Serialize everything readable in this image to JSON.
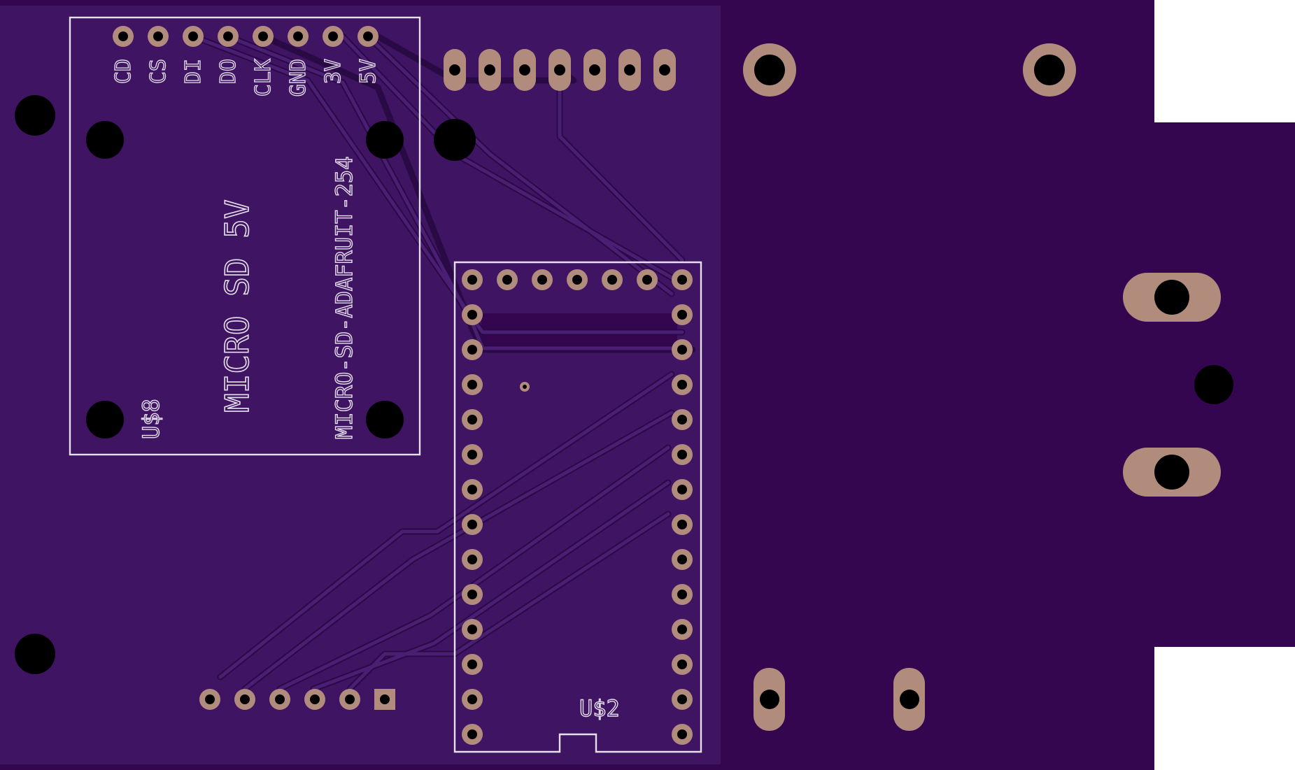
{
  "board": {
    "colors": {
      "board_dark": "#33064f",
      "board_pour": "#3f1463",
      "trace": "#2a0a45",
      "copper": "#b18c7c",
      "drill": "#000000",
      "silkscreen": "#e6e0ee"
    }
  },
  "sd_module": {
    "designator": "U$8",
    "value": "MICRO SD 5V",
    "package": "MICRO-SD-ADAFRUIT-254",
    "pin_labels": [
      "CD",
      "CS",
      "DI",
      "DO",
      "CLK",
      "GND",
      "3V",
      "5V"
    ]
  },
  "mcu_module": {
    "designator": "U$2",
    "pins_per_side": 14,
    "top_row_pins": 7
  },
  "headers": {
    "top_header_pins": 7,
    "bottom_header_pins": 6
  }
}
